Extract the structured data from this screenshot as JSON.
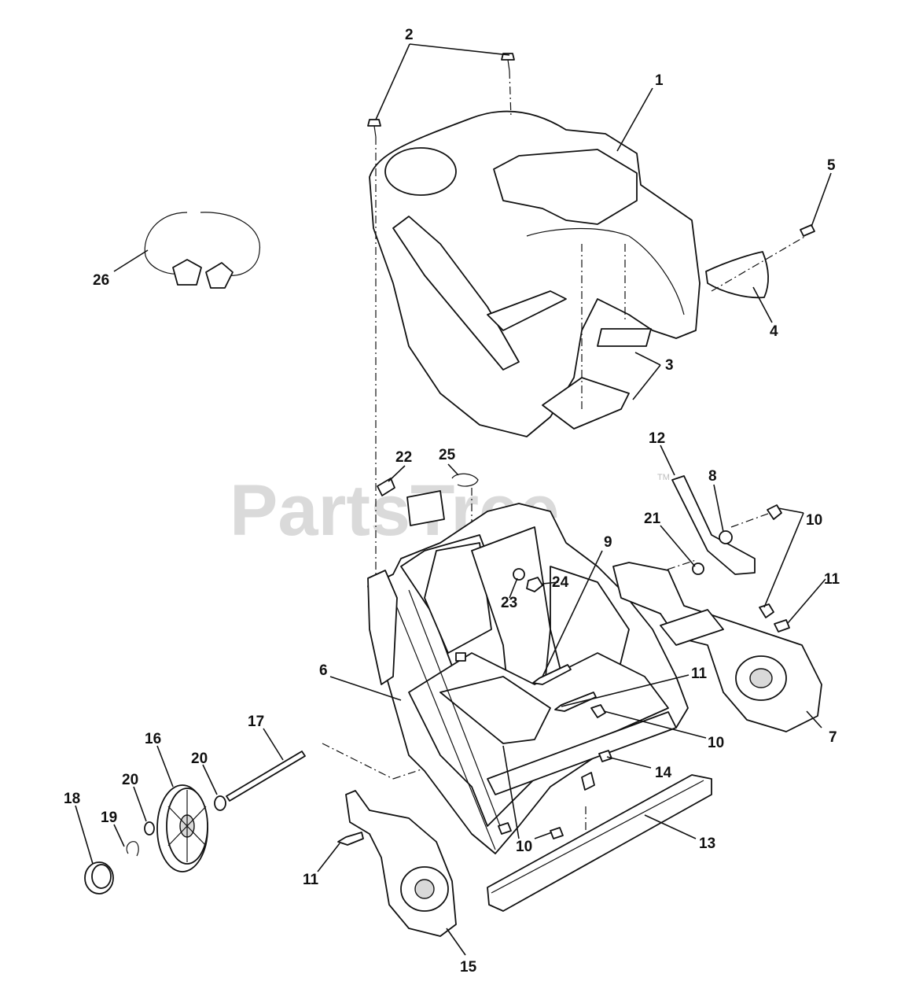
{
  "watermark": {
    "text": "PartsTree",
    "tm": "TM"
  },
  "callouts": {
    "c1": "1",
    "c2": "2",
    "c3": "3",
    "c4": "4",
    "c5": "5",
    "c6": "6",
    "c7": "7",
    "c8": "8",
    "c9": "9",
    "c10a": "10",
    "c10b": "10",
    "c10c": "10",
    "c11a": "11",
    "c11b": "11",
    "c11c": "11",
    "c12": "12",
    "c13": "13",
    "c14": "14",
    "c15": "15",
    "c16": "16",
    "c17": "17",
    "c18": "18",
    "c19": "19",
    "c20a": "20",
    "c20b": "20",
    "c21": "21",
    "c22": "22",
    "c23": "23",
    "c24": "24",
    "c25": "25",
    "c26": "26"
  }
}
